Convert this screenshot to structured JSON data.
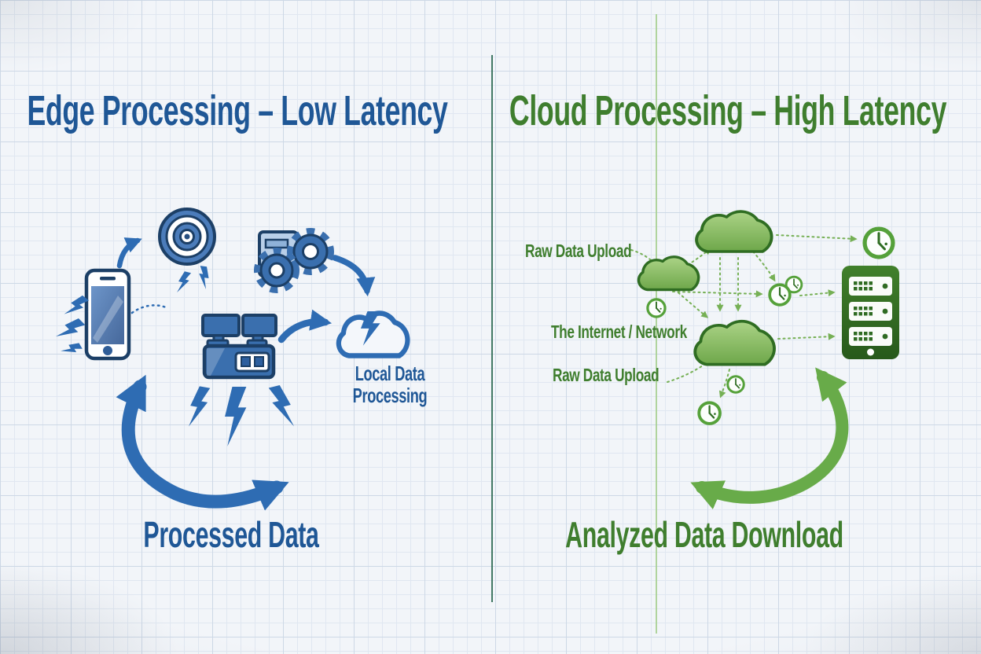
{
  "left": {
    "title": "Edge Processing – Low Latency",
    "cloud_label": "Local Data Processing",
    "arrow_label": "Processed Data",
    "accent_color": "#1f5796",
    "icon_color": "#2e6cb3",
    "icons": [
      "smartphone-icon",
      "signal-bolt-icon",
      "sensor-target-icon",
      "gears-icon",
      "camera-device-icon",
      "processing-cloud-icon",
      "processed-data-cycle-arrow"
    ]
  },
  "right": {
    "title": "Cloud Processing – High Latency",
    "labels": {
      "raw_upload_top": "Raw Data Upload",
      "network": "The Internet / Network",
      "raw_upload_bottom": "Raw Data Upload"
    },
    "arrow_label": "Analyzed Data Download",
    "accent_color": "#3f7e2e",
    "icon_color": "#68ab49",
    "icons": [
      "cloud-icon",
      "clock-icon",
      "server-icon",
      "analyzed-data-cycle-arrow",
      "dotted-connector"
    ]
  },
  "style": {
    "paper_color": "#f2f5f9",
    "grid_line_color": "#cdd8e6",
    "divider_color": "#306b54",
    "accent_line_color": "#a9d093"
  }
}
